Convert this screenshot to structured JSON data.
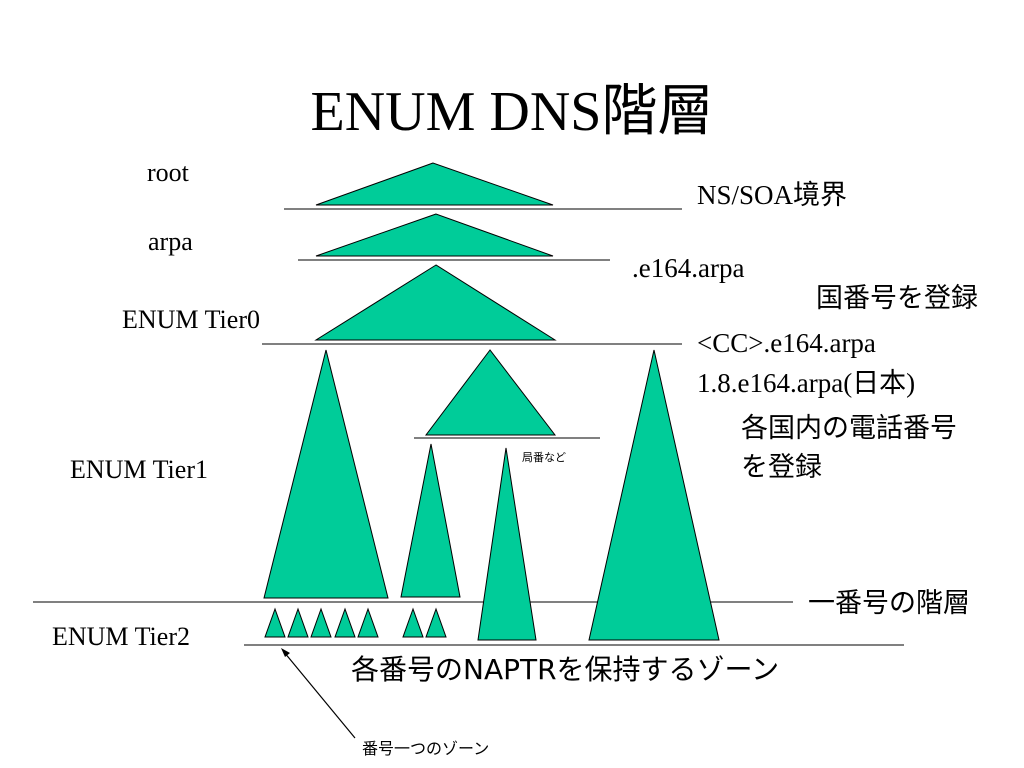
{
  "title": "ENUM DNS階層",
  "levels": {
    "root": "root",
    "arpa": "arpa",
    "tier0": "ENUM Tier0",
    "tier1": "ENUM Tier1",
    "tier2": "ENUM Tier2"
  },
  "annotations": {
    "ns_soa": "NS/SOA境界",
    "e164": ".e164.arpa",
    "country_register": "国番号を登録",
    "cc_e164": "<CC>.e164.arpa",
    "jp_e164": "1.8.e164.arpa(日本)",
    "domestic_line1": "各国内の電話番号",
    "domestic_line2": "を登録",
    "exchange": "局番など",
    "number_level": "一番号の階層",
    "naptr": "各番号のNAPTRを保持するゾーン",
    "per_number_zone": "番号一つのゾーン"
  },
  "colors": {
    "fill": "#00cc99",
    "stroke": "#000000"
  }
}
